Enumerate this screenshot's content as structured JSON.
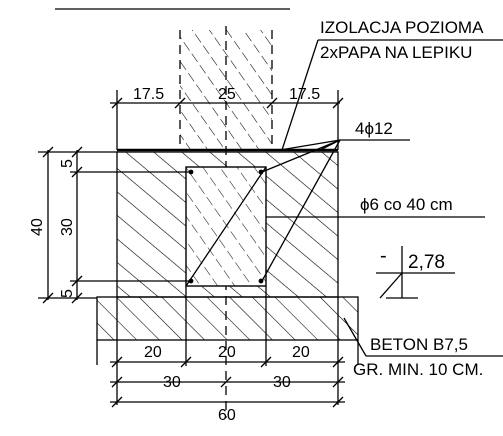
{
  "labels": {
    "insulation_line1": "IZOLACJA POZIOMA",
    "insulation_line2": "2xPAPA NA LEPIKU",
    "rebar_main": "4ϕ12",
    "stirrups": "ϕ6 co 40 cm",
    "level": "2,78",
    "level_sign": "-",
    "concrete": "BETON B7,5",
    "thickness": "GR. MIN. 10 CM."
  },
  "dimensions": {
    "wall_left": "17.5",
    "wall_width": "25",
    "wall_right": "17.5",
    "height_total": "40",
    "height_top": "5",
    "height_mid": "30",
    "height_bottom": "5",
    "bed_1": "20",
    "bed_2": "20",
    "bed_3": "20",
    "half_left": "30",
    "half_right": "30",
    "total_width": "60"
  }
}
